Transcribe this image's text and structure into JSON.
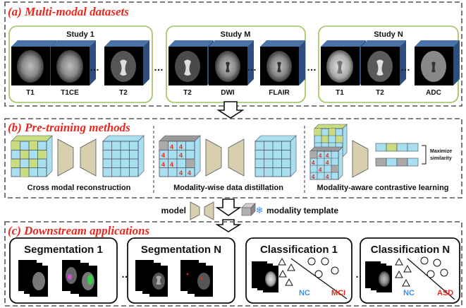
{
  "sections": {
    "a": "(a) Multi-modal datasets",
    "b": "(b) Pre-training methods",
    "c": "(c) Downstream applications"
  },
  "studies": [
    {
      "name": "Study 1",
      "modalities": [
        "T1",
        "T1CE",
        "T2"
      ]
    },
    {
      "name": "Study M",
      "modalities": [
        "T2",
        "DWI",
        "FLAIR"
      ]
    },
    {
      "name": "Study N",
      "modalities": [
        "T1",
        "T2",
        "ADC"
      ]
    }
  ],
  "ellipsis": "…",
  "methods": [
    "Cross modal reconstruction",
    "Modality-wise data distillation",
    "Modality-aware contrastive learning"
  ],
  "maximize_similarity": [
    "Maximize",
    "similarity"
  ],
  "legend": {
    "model": "model",
    "template": "modality template",
    "snowflake": "❄"
  },
  "downstream": [
    {
      "title": "Segmentation 1"
    },
    {
      "title": "Segmentation N"
    },
    {
      "title": "Classification 1",
      "left_tag": "NC",
      "right_tag": "MCI"
    },
    {
      "title": "Classification N",
      "left_tag": "NC",
      "right_tag": "ASD"
    }
  ],
  "colors": {
    "accent_red": "#e8281e",
    "cube_blue": "#a8e0f0",
    "cube_green": "#c8dc82",
    "model_tan": "#d8cfae",
    "study_border": "#9cc35a",
    "tag_blue": "#3a8ee8"
  },
  "icons": [
    "down-arrow-icon",
    "snowflake-icon",
    "template-block-icon",
    "brain-slice-icon",
    "triangle-icon",
    "circle-icon"
  ]
}
